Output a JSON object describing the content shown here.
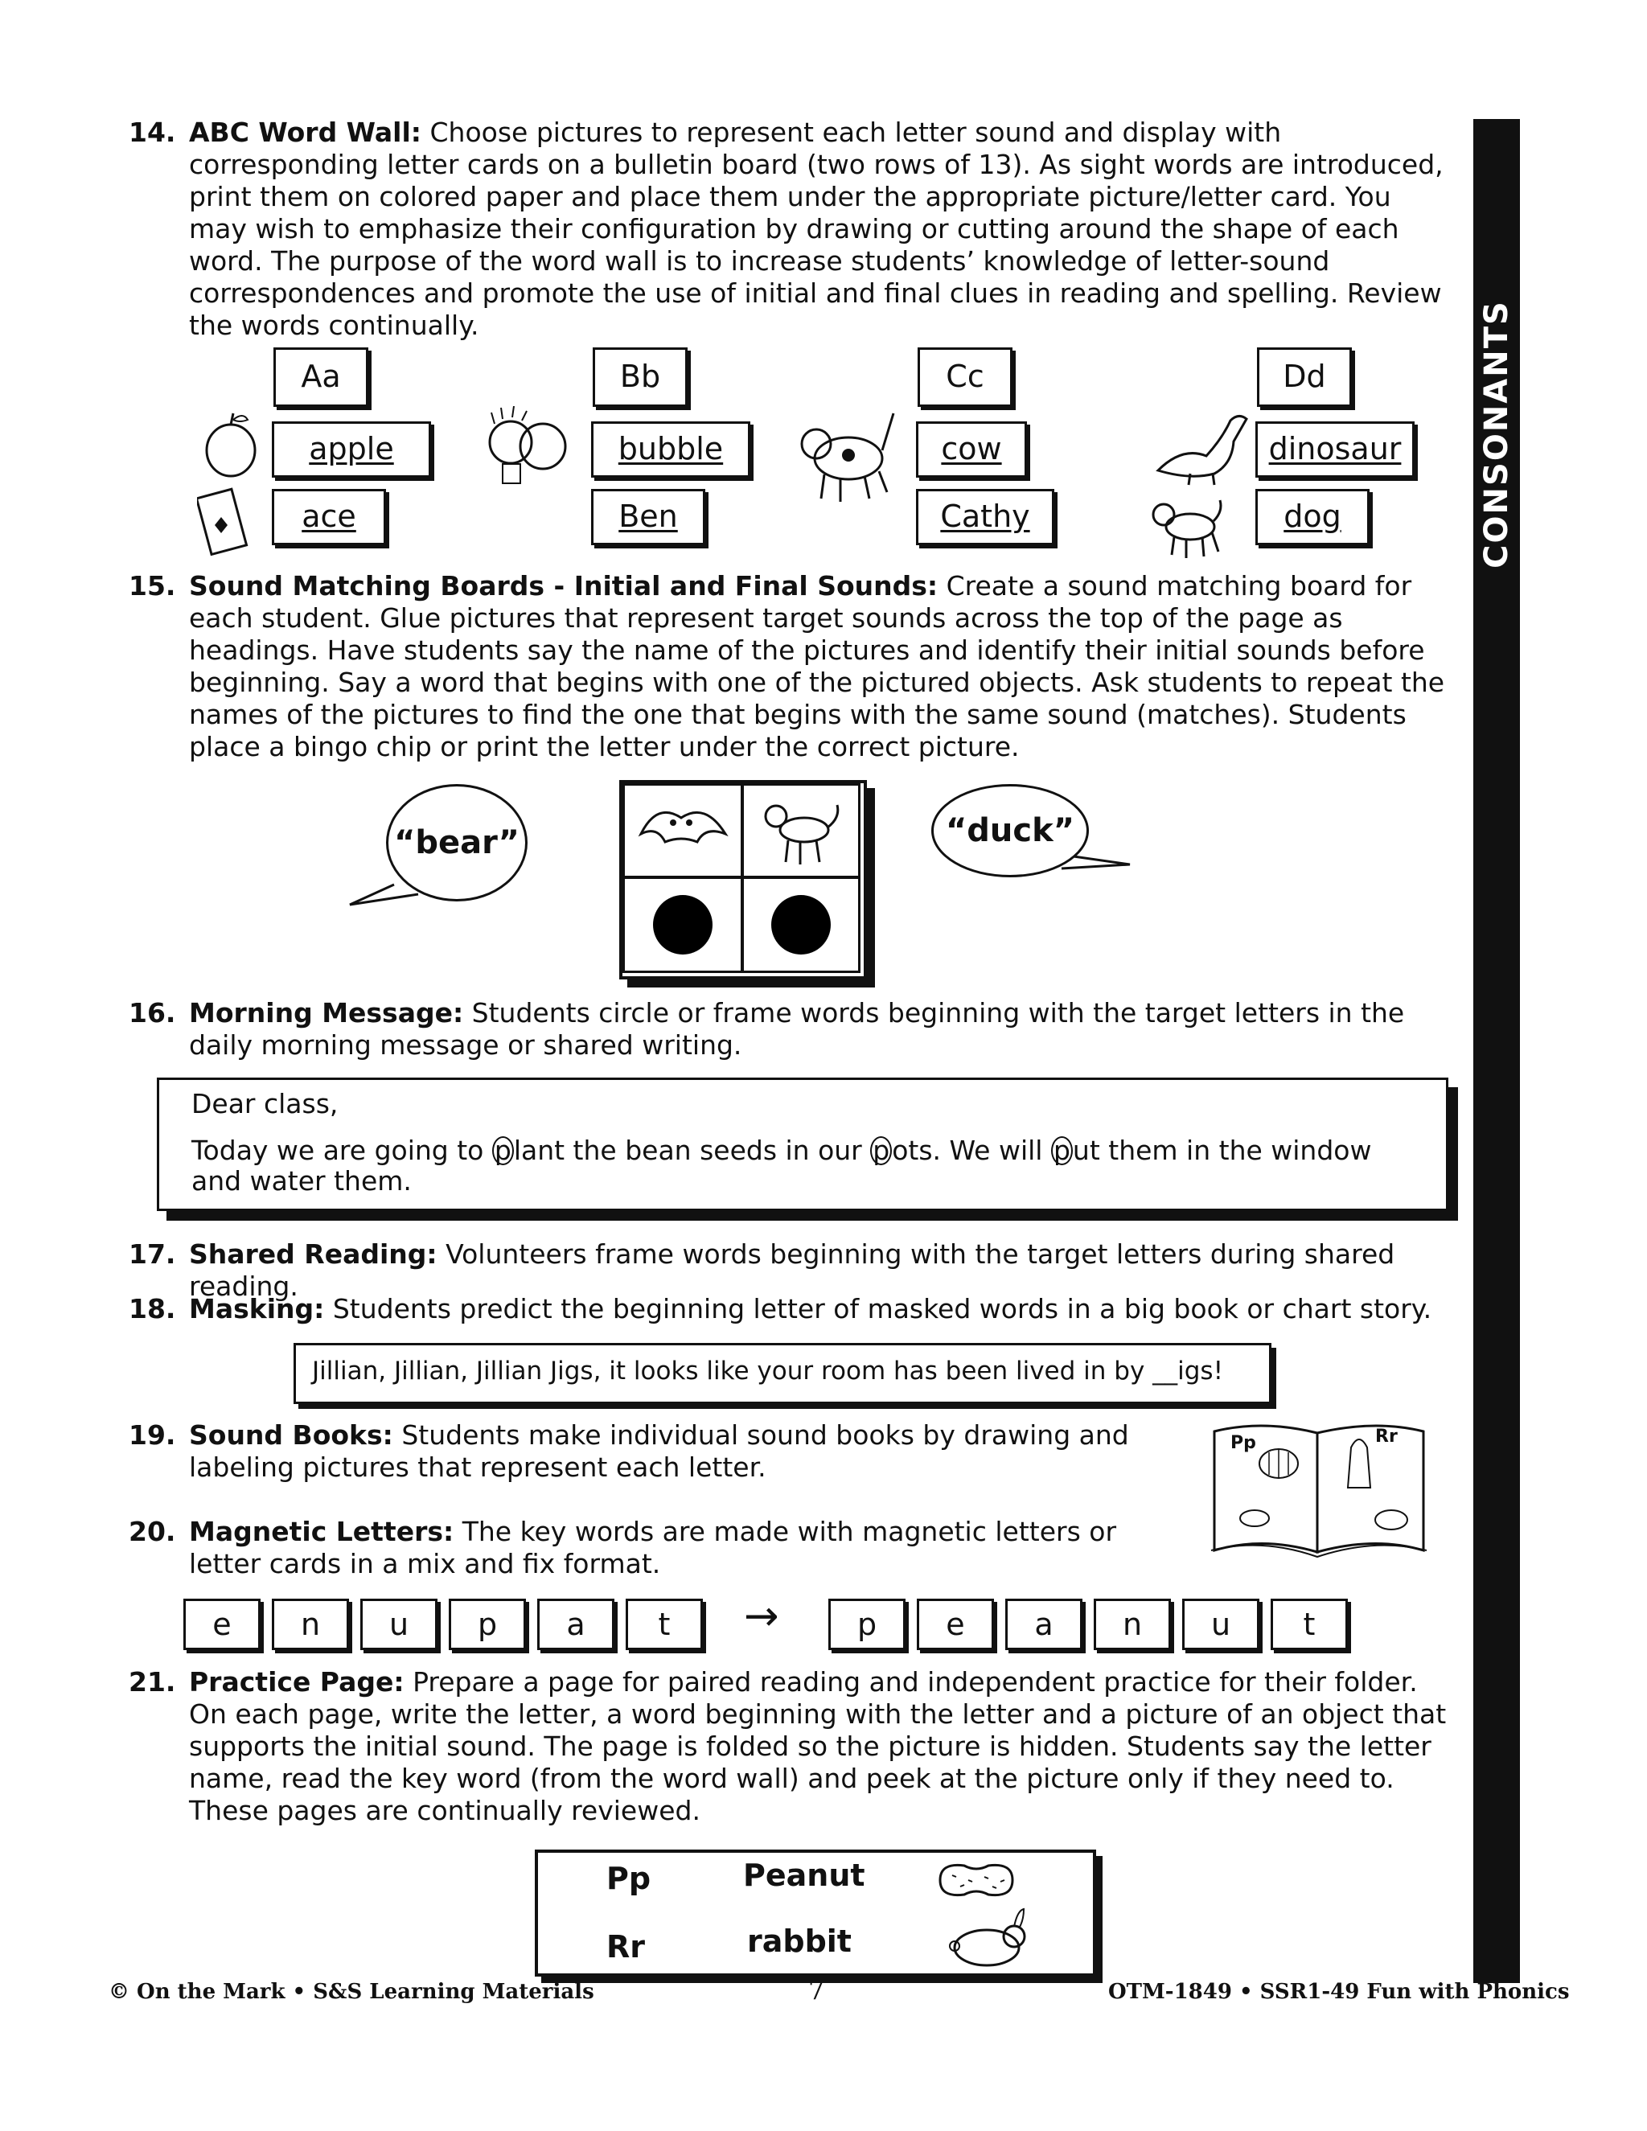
{
  "sidebar": {
    "label": "CONSONANTS"
  },
  "items": {
    "i14": {
      "num": "14.",
      "title": "ABC Word Wall:",
      "text": "Choose pictures to represent each letter sound and display with corresponding letter cards on a bulletin board (two rows of 13). As sight words are introduced, print them on colored paper and place them under the appropriate picture/letter card. You may wish to emphasize their configuration by drawing or cutting around the shape of each word. The purpose of the word wall is to increase students’ knowledge of letter-sound correspondences and promote the use of initial and final clues in reading and spelling. Review the words continually."
    },
    "i15": {
      "num": "15.",
      "title": "Sound Matching Boards - Initial and Final Sounds:",
      "text": "Create a sound matching board for each student. Glue pictures that represent target sounds across the top of the page as headings. Have students say the name of the pictures and identify their initial sounds before beginning. Say a word that begins with one of the pictured objects. Ask students to repeat the names of the pictures to find the one that begins with the same sound (matches). Students place a bingo chip or print the letter under the correct picture."
    },
    "i16": {
      "num": "16.",
      "title": "Morning Message:",
      "text": "Students circle or frame words beginning with the target letters in the daily morning message or shared writing."
    },
    "i17": {
      "num": "17.",
      "title": "Shared Reading:",
      "text": "Volunteers frame words beginning with the target letters during shared reading."
    },
    "i18": {
      "num": "18.",
      "title": "Masking:",
      "text": "Students predict the beginning letter of masked words in a big book or chart story."
    },
    "i19": {
      "num": "19.",
      "title": "Sound Books:",
      "text": "Students make individual sound books by drawing and labeling pictures that represent each letter."
    },
    "i20": {
      "num": "20.",
      "title": "Magnetic Letters:",
      "text": "The key words are made with magnetic letters or letter cards in a mix and fix format."
    },
    "i21": {
      "num": "21.",
      "title": "Practice Page:",
      "text": "Prepare a page for paired reading and independent practice for their folder. On each page, write the letter, a word beginning with the letter and a picture of an object that supports the initial sound. The page is folded so the picture is hidden. Students say the letter name, read the key word (from the word wall) and peek at the picture only if they need to. These pages are continually reviewed."
    }
  },
  "word_wall": {
    "letters": [
      "Aa",
      "Bb",
      "Cc",
      "Dd"
    ],
    "row1": [
      "apple",
      "bubble",
      "cow",
      "dinosaur"
    ],
    "row2": [
      "ace",
      "Ben",
      "Cathy",
      "dog"
    ]
  },
  "sound_board": {
    "left_bubble": "“bear”",
    "right_bubble": "“duck”"
  },
  "morning_message": {
    "greeting": "Dear class,",
    "line1_a": "Today we are going to ",
    "line1_b": "p",
    "line1_c": "lant the bean seeds in our ",
    "line1_d": "p",
    "line1_e": "ots.  We will ",
    "line1_f": "p",
    "line1_g": "ut them in the window",
    "line2": "and water them."
  },
  "masking_example": "Jillian, Jillian, Jillian Jigs, it looks like your room has been lived in by __igs!",
  "sound_book": {
    "left_label": "Pp",
    "right_label": "Rr"
  },
  "magnetic": {
    "mixed": [
      "e",
      "n",
      "u",
      "p",
      "a",
      "t"
    ],
    "arrow": "→",
    "fixed": [
      "p",
      "e",
      "a",
      "n",
      "u",
      "t"
    ]
  },
  "practice_page": {
    "row1": {
      "letter": "Pp",
      "word": "Peanut"
    },
    "row2": {
      "letter": "Rr",
      "word": "rabbit"
    }
  },
  "footer": {
    "left": "© On the Mark • S&S Learning Materials",
    "page": "7",
    "right": "OTM-1849 • SSR1-49 Fun with Phonics"
  }
}
